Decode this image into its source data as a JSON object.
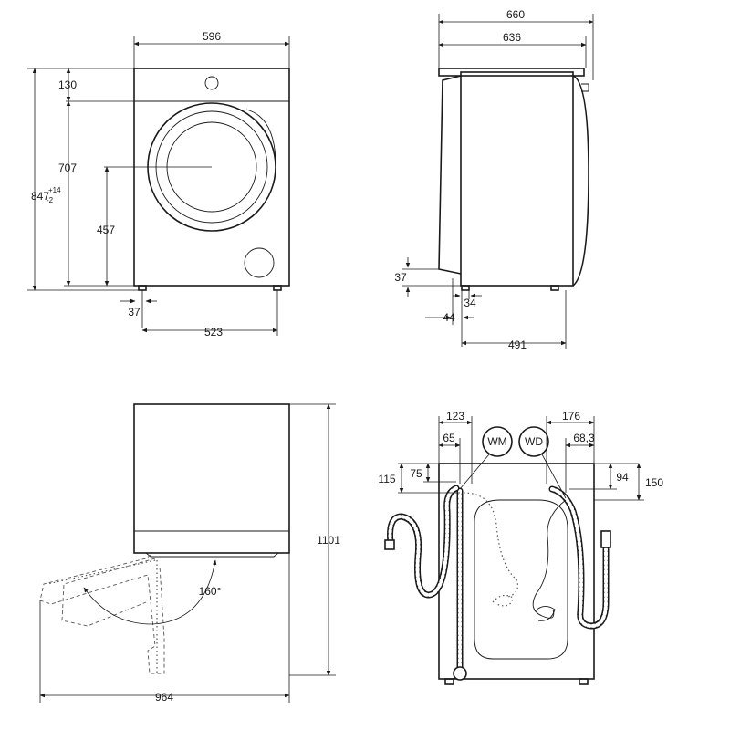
{
  "front_view": {
    "width": "596",
    "top_panel": "130",
    "door_center_height": "707",
    "total_height": "847",
    "total_height_tol_upper": "+14",
    "total_height_tol_lower": "-2",
    "door_bottom_height": "457",
    "foot_inset": "37",
    "feet_span": "523"
  },
  "side_view": {
    "depth_with_door": "660",
    "depth_body": "636",
    "foot_height": "37",
    "foot_offset": "34",
    "foot_inset": "44",
    "foot_span": "491"
  },
  "door_view": {
    "height_with_door": "1101",
    "clearance": "964",
    "door_angle": "160°"
  },
  "rear_view": {
    "wm_label": "WM",
    "wd_label": "WD",
    "left_offset": "123",
    "left_hose_offset": "65",
    "left_height_1": "115",
    "left_height_2": "75",
    "right_offset": "176",
    "right_hose_offset": "68,3",
    "right_height_1": "94",
    "right_height_2": "150"
  }
}
